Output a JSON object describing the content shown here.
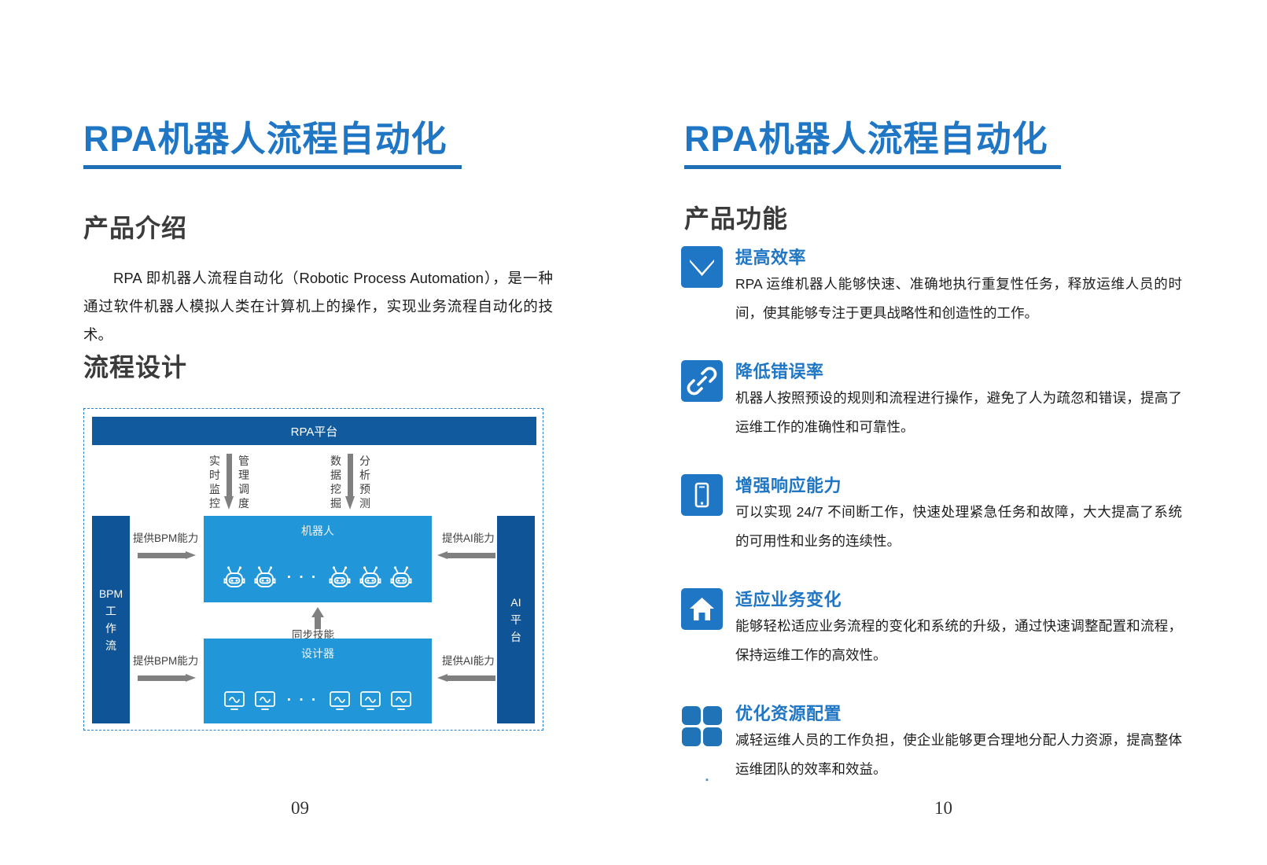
{
  "left_page": {
    "title": "RPA机器人流程自动化",
    "section_intro": "产品介绍",
    "intro_paragraph": "RPA 即机器人流程自动化（Robotic Process Automation），是一种通过软件机器人模拟人类在计算机上的操作，实现业务流程自动化的技术。",
    "section_design": "流程设计",
    "page_number": "09"
  },
  "diagram": {
    "platform_bar": "RPA平台",
    "left_column": [
      "BPM",
      "工",
      "作",
      "流"
    ],
    "right_column": [
      "AI",
      "平",
      "台"
    ],
    "robots_block": "机器人",
    "designer_block": "设计器",
    "dots": "· · ·",
    "flow_labels": {
      "realtime_monitor": "实时监控",
      "manage_schedule": "管理调度",
      "data_mining": "数据挖掘",
      "analysis_predict": "分析预测",
      "sync_skill": "同步技能"
    },
    "arrow_captions": {
      "bpm_top": "提供BPM能力",
      "bpm_bottom": "提供BPM能力",
      "ai_top": "提供AI能力",
      "ai_bottom": "提供AI能力"
    },
    "colors": {
      "dark_blue": "#115a9e",
      "light_blue": "#2196d8",
      "arrow_gray": "#808080",
      "dash_border": "#2f7fc4"
    }
  },
  "right_page": {
    "title": "RPA机器人流程自动化",
    "section_features": "产品功能",
    "page_number": "10",
    "features": [
      {
        "icon": "envelope-icon",
        "title": "提高效率",
        "desc": "RPA 运维机器人能够快速、准确地执行重复性任务，释放运维人员的时间，使其能够专注于更具战略性和创造性的工作。"
      },
      {
        "icon": "link-icon",
        "title": "降低错误率",
        "desc": "机器人按照预设的规则和流程进行操作，避免了人为疏忽和错误，提高了运维工作的准确性和可靠性。"
      },
      {
        "icon": "mobile-phone-icon",
        "title": "增强响应能力",
        "desc": "可以实现 24/7 不间断工作，快速处理紧急任务和故障，大大提高了系统的可用性和业务的连续性。"
      },
      {
        "icon": "home-icon",
        "title": "适应业务变化",
        "desc": "能够轻松适应业务流程的变化和系统的升级，通过快速调整配置和流程，保持运维工作的高效性。"
      },
      {
        "icon": "grid-icon",
        "title": "优化资源配置",
        "desc": "减轻运维人员的工作负担，使企业能够更合理地分配人力资源，提高整体运维团队的效率和效益。"
      }
    ]
  },
  "theme": {
    "accent_blue": "#1f76c4",
    "rule_blue": "#1f6fb4",
    "heading_gray": "#3b3b3b"
  }
}
